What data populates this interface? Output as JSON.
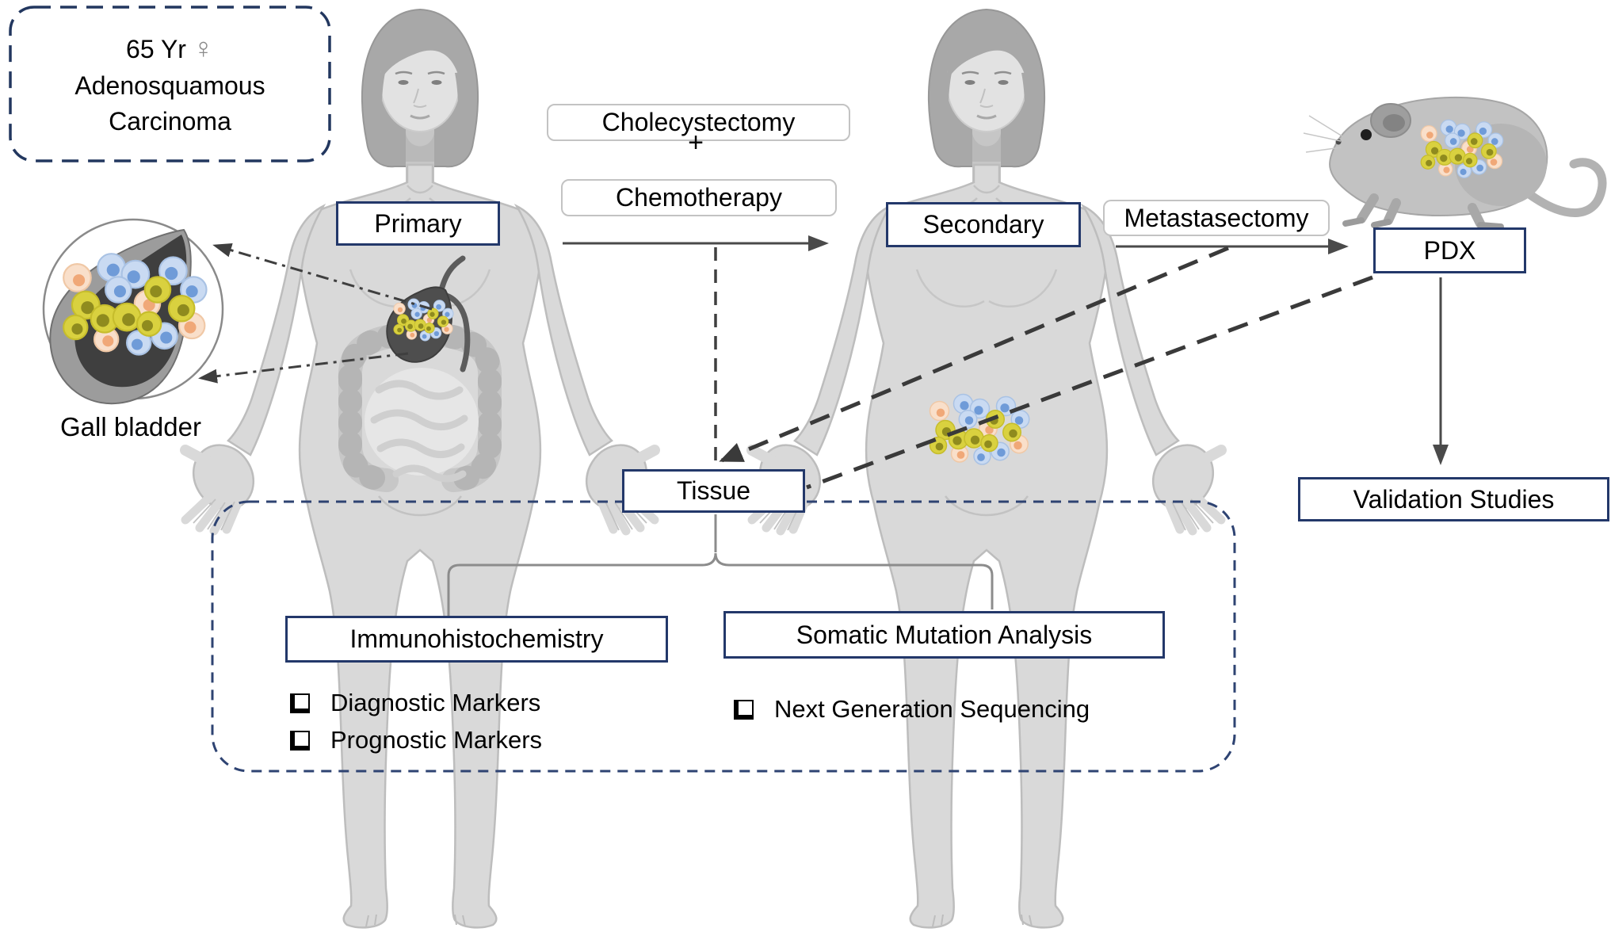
{
  "patient_box": {
    "line1": "65 Yr",
    "sex_symbol": "♀",
    "line2": "Adenosquamous",
    "line3": "Carcinoma"
  },
  "stage_labels": {
    "primary": "Primary",
    "secondary": "Secondary",
    "tissue": "Tissue",
    "pdx": "PDX",
    "validation_studies": "Validation Studies"
  },
  "procedures": {
    "cholecystectomy": "Cholecystectomy",
    "plus_sign": "+",
    "chemotherapy": "Chemotherapy",
    "metastasectomy": "Metastasectomy"
  },
  "organ_label": {
    "gall_bladder": "Gall bladder"
  },
  "analyses": {
    "immunohistochemistry": {
      "title": "Immunohistochemistry",
      "items": [
        "Diagnostic Markers",
        "Prognostic Markers"
      ]
    },
    "somatic_mutation_analysis": {
      "title": "Somatic Mutation Analysis",
      "items": [
        "Next Generation Sequencing"
      ]
    }
  },
  "icons": {
    "female_symbol": "female-venus-symbol",
    "checkbox": "shadowed-checkbox-square",
    "mouse": "pdx-mouse-illustration",
    "magnifier_circle": "gall-bladder-zoom-circle",
    "tumor_cells": "tumor-cell-cluster"
  },
  "colors": {
    "navy_border": "#23386a",
    "navy_dash": "#2e4372",
    "gray_box_border": "#c3c3c3",
    "arrow_gray": "#4a4a4a",
    "dashed_dark": "#3a3a3a",
    "body_gray": "#d9d9d9",
    "hair_gray": "#a8a8a8",
    "mouse_gray": "#c2c2c2",
    "cell_blue": "#c9daf2",
    "cell_blue_nucleus": "#6f9bd8",
    "cell_yellow": "#d9d13f",
    "cell_yellow_nucleus": "#8f8b1e",
    "cell_peach": "#f9dfca",
    "cell_peach_nucleus": "#f0a878",
    "text": "#000000"
  }
}
